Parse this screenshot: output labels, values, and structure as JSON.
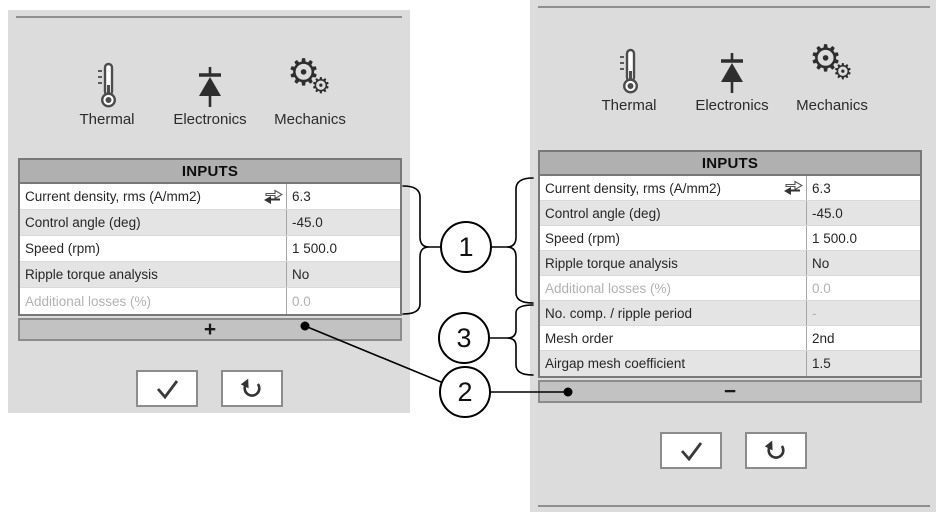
{
  "colors": {
    "panel_bg": "#dcdcdc",
    "table_header_bg": "#b0b0b0",
    "alt_row_bg": "#e4e4e4",
    "bar_bg": "#c2c2c2",
    "border": "#787878",
    "disabled_text": "#b2b2b2"
  },
  "panels": [
    {
      "id": "inputs-collapsed",
      "tabs": [
        {
          "label": "Thermal",
          "icon": "thermometer-icon"
        },
        {
          "label": "Electronics",
          "icon": "diode-icon"
        },
        {
          "label": "Mechanics",
          "icon": "gears-icon"
        }
      ],
      "table": {
        "title": "INPUTS",
        "rows": [
          {
            "label": "Current density, rms (A/mm2)",
            "value": "6.3"
          },
          {
            "label": "Control angle (deg)",
            "value": "-45.0"
          },
          {
            "label": "Speed (rpm)",
            "value": "1 500.0"
          },
          {
            "label": "Ripple torque analysis",
            "value": "No"
          },
          {
            "label": "Additional losses (%)",
            "value": "0.0"
          }
        ]
      },
      "expand_label": "+"
    },
    {
      "id": "inputs-expanded",
      "tabs": [
        {
          "label": "Thermal",
          "icon": "thermometer-icon"
        },
        {
          "label": "Electronics",
          "icon": "diode-icon"
        },
        {
          "label": "Mechanics",
          "icon": "gears-icon"
        }
      ],
      "table": {
        "title": "INPUTS",
        "rows": [
          {
            "label": "Current density, rms (A/mm2)",
            "value": "6.3"
          },
          {
            "label": "Control angle (deg)",
            "value": "-45.0"
          },
          {
            "label": "Speed (rpm)",
            "value": "1 500.0"
          },
          {
            "label": "Ripple torque analysis",
            "value": "No"
          },
          {
            "label": "Additional losses (%)",
            "value": "0.0"
          },
          {
            "label": "No. comp. / ripple period",
            "value": "-"
          },
          {
            "label": "Mesh order",
            "value": "2nd"
          },
          {
            "label": "Airgap mesh coefficient",
            "value": "1.5"
          }
        ]
      },
      "collapse_label": "−"
    }
  ],
  "callouts": [
    {
      "number": "1"
    },
    {
      "number": "3"
    },
    {
      "number": "2"
    }
  ]
}
